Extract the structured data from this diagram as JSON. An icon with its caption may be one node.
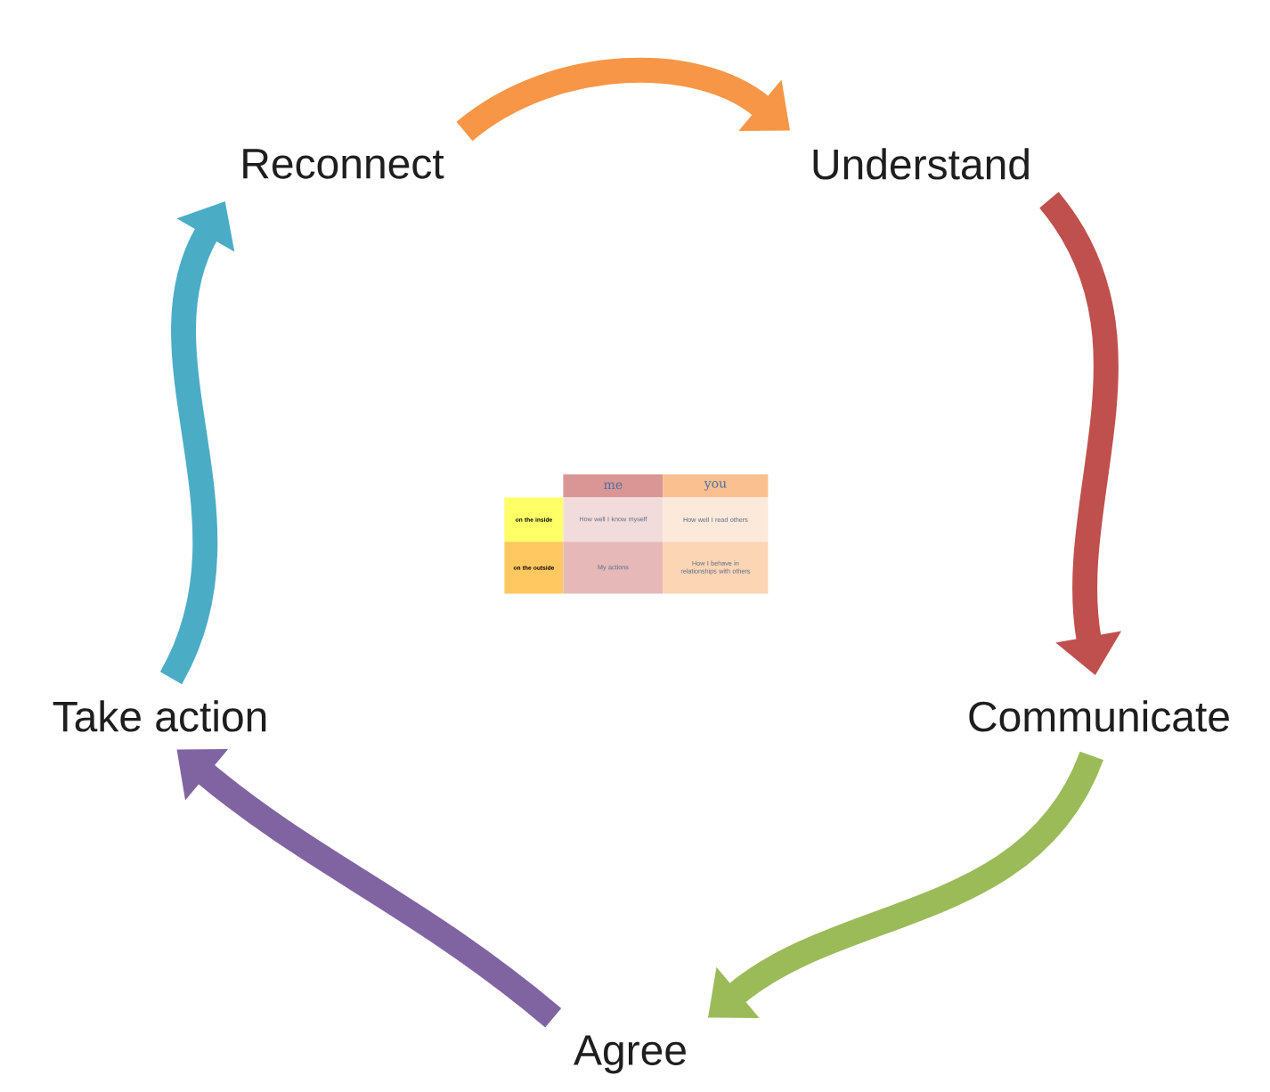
{
  "diagram": {
    "nodes": [
      {
        "text": [
          "Reconnect"
        ]
      },
      {
        "text": [
          "Understand"
        ]
      },
      {
        "text": [
          "Communicate"
        ]
      },
      {
        "text": [
          "Agree"
        ]
      },
      {
        "text": [
          "Take action"
        ]
      }
    ],
    "edges": [
      {
        "from": 0,
        "to": 1,
        "arrow": "to",
        "color": "#f79646"
      },
      {
        "from": 1,
        "to": 2,
        "arrow": "to",
        "color": "#c0504d"
      },
      {
        "from": 2,
        "to": 3,
        "arrow": "to",
        "color": "#9bbb59"
      },
      {
        "from": 3,
        "to": 4,
        "arrow": "to",
        "color": "#8064a2"
      },
      {
        "from": 4,
        "to": 0,
        "arrow": "to",
        "color": "#4bacc6"
      }
    ],
    "labels": [
      "me",
      "you",
      "on the inside",
      "How well I know myself",
      "How well I read others",
      "on the outside",
      "My actions",
      "How I behave in relationships with others"
    ]
  }
}
